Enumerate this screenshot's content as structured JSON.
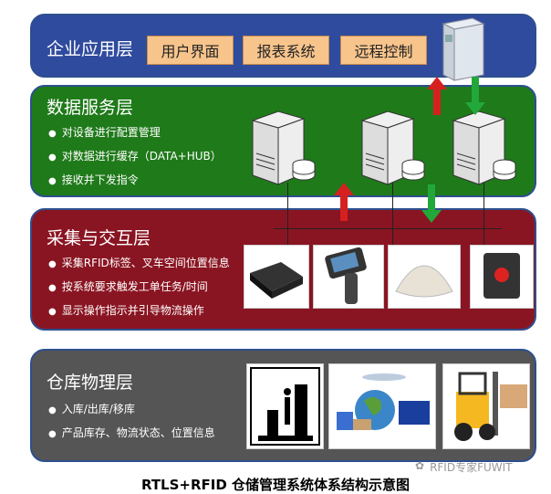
{
  "layers": {
    "enterprise": {
      "title": "企业应用层",
      "buttons": [
        "用户界面",
        "报表系统",
        "远程控制"
      ],
      "color": "#2f4b9d"
    },
    "data_service": {
      "title": "数据服务层",
      "bullets": [
        "对设备进行配置管理",
        "对数据进行缓存（DATA+HUB）",
        "接收并下发指令"
      ],
      "color": "#1f7a1a"
    },
    "collection": {
      "title": "采集与交互层",
      "bullets": [
        "采集RFID标签、叉车空间位置信息",
        "按系统要求触发工单任务/时间",
        "显示操作指示并引导物流操作"
      ],
      "color": "#8a1522"
    },
    "physical": {
      "title": "仓库物理层",
      "bullets": [
        "入库/出库/移库",
        "产品库存、物流状态、位置信息"
      ],
      "color": "#555555"
    }
  },
  "watermark": "RFID专家FUWIT",
  "caption": "RTLS+RFID 仓储管理系统体系结构示意图"
}
